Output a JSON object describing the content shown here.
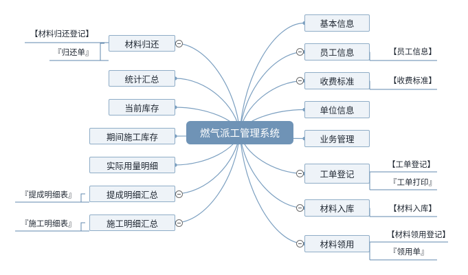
{
  "root": {
    "label": "燃气派工管理系统"
  },
  "left": [
    {
      "label": "材料归还",
      "children": [
        "【材料归还登记】",
        "『归还单』"
      ]
    },
    {
      "label": "统计汇总"
    },
    {
      "label": "当前库存"
    },
    {
      "label": "期间施工库存"
    },
    {
      "label": "实际用量明细"
    },
    {
      "label": "提成明细汇总",
      "children": [
        "『提成明细表』"
      ]
    },
    {
      "label": "施工明细汇总",
      "children": [
        "『施工明细表』"
      ]
    }
  ],
  "right": [
    {
      "label": "基本信息"
    },
    {
      "label": "员工信息",
      "children": [
        "【员工信息】"
      ]
    },
    {
      "label": "收费标准",
      "children": [
        "【收费标准】"
      ]
    },
    {
      "label": "单位信息"
    },
    {
      "label": "业务管理"
    },
    {
      "label": "工单登记",
      "children": [
        "【工单登记】",
        "『工单打印』"
      ]
    },
    {
      "label": "材料入库",
      "children": [
        "【材料入库】"
      ]
    },
    {
      "label": "材料领用",
      "children": [
        "【材料领用登记】",
        "『领用单』"
      ]
    }
  ],
  "colors": {
    "line": "#7b9fc0",
    "leaf_line": "#5f87ad",
    "root_fill": "#6f93b6",
    "node_fill": "#eef3f8",
    "node_border": "#8eacc6"
  }
}
